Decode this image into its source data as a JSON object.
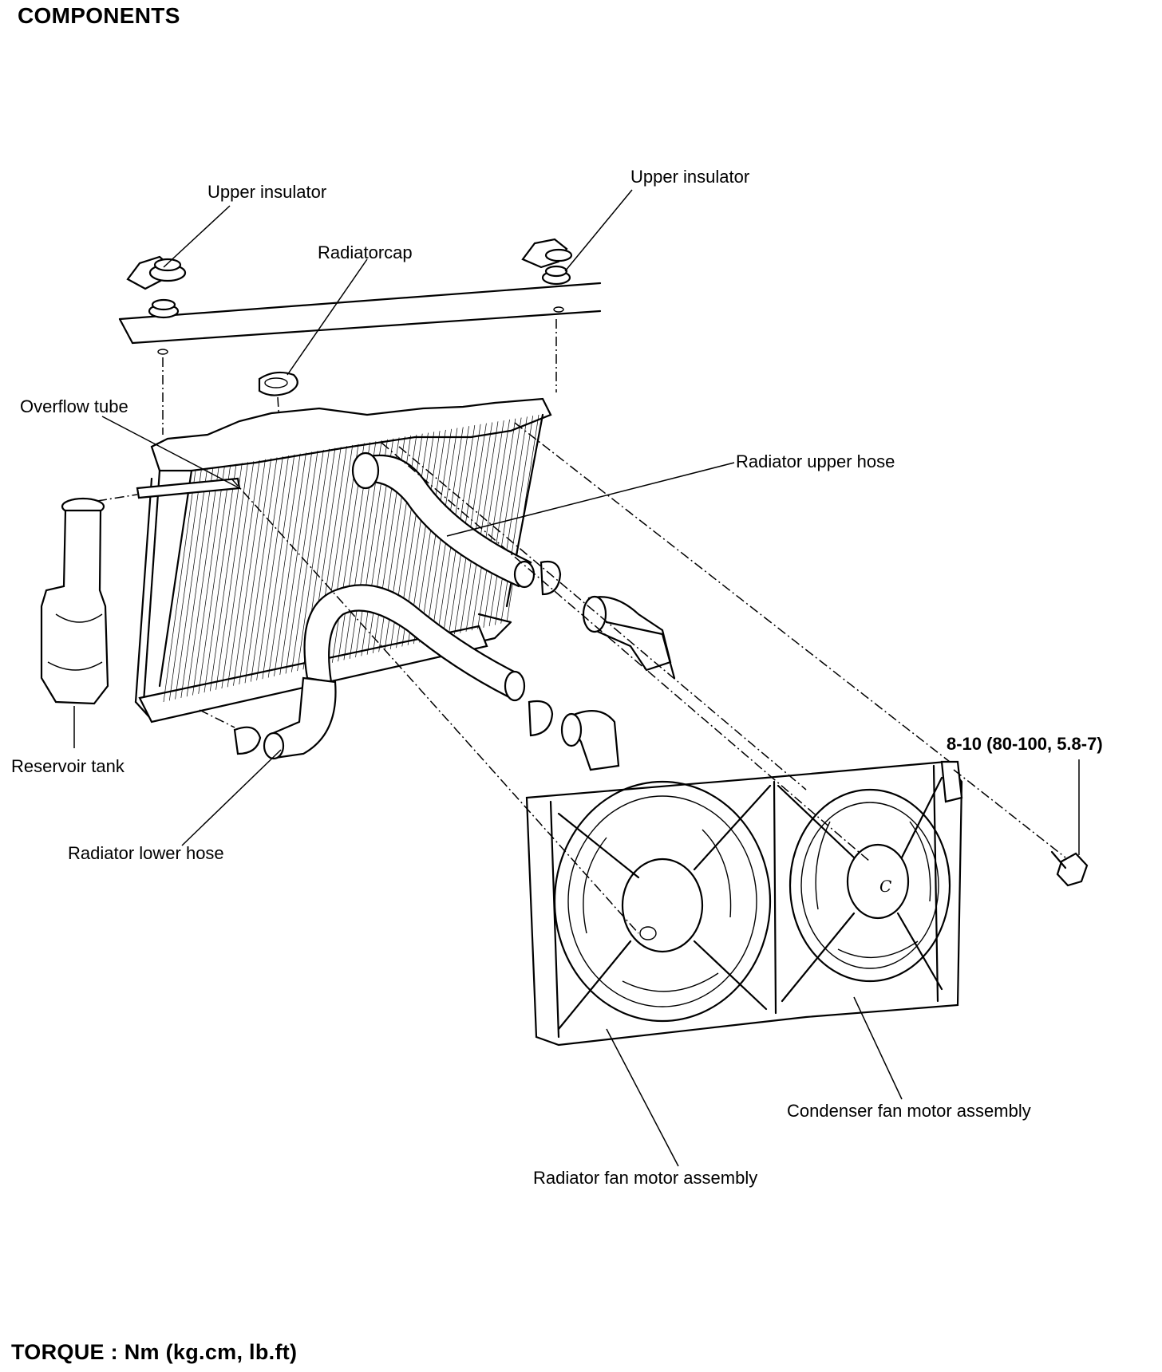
{
  "title": "COMPONENTS",
  "footer": "TORQUE : Nm (kg.cm, lb.ft)",
  "labels": {
    "upper_insulator_left": "Upper insulator",
    "upper_insulator_right": "Upper insulator",
    "radiator_cap": "Radiatorcap",
    "overflow_tube": "Overflow tube",
    "radiator_upper_hose": "Radiator upper hose",
    "reservoir_tank": "Reservoir tank",
    "radiator_lower_hose": "Radiator lower hose",
    "torque_spec": "8-10 (80-100, 5.8-7)",
    "condenser_fan": "Condenser fan motor assembly",
    "radiator_fan": "Radiator fan motor assembly"
  }
}
